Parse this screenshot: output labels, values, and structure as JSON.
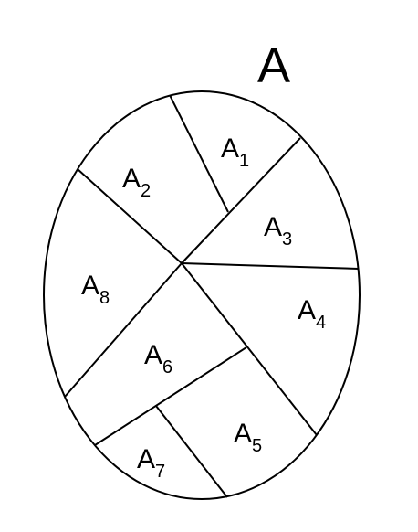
{
  "set_label": "A",
  "regions": [
    {
      "letter": "A",
      "subscript": "1"
    },
    {
      "letter": "A",
      "subscript": "2"
    },
    {
      "letter": "A",
      "subscript": "3"
    },
    {
      "letter": "A",
      "subscript": "4"
    },
    {
      "letter": "A",
      "subscript": "5"
    },
    {
      "letter": "A",
      "subscript": "6"
    },
    {
      "letter": "A",
      "subscript": "7"
    },
    {
      "letter": "A",
      "subscript": "8"
    }
  ]
}
